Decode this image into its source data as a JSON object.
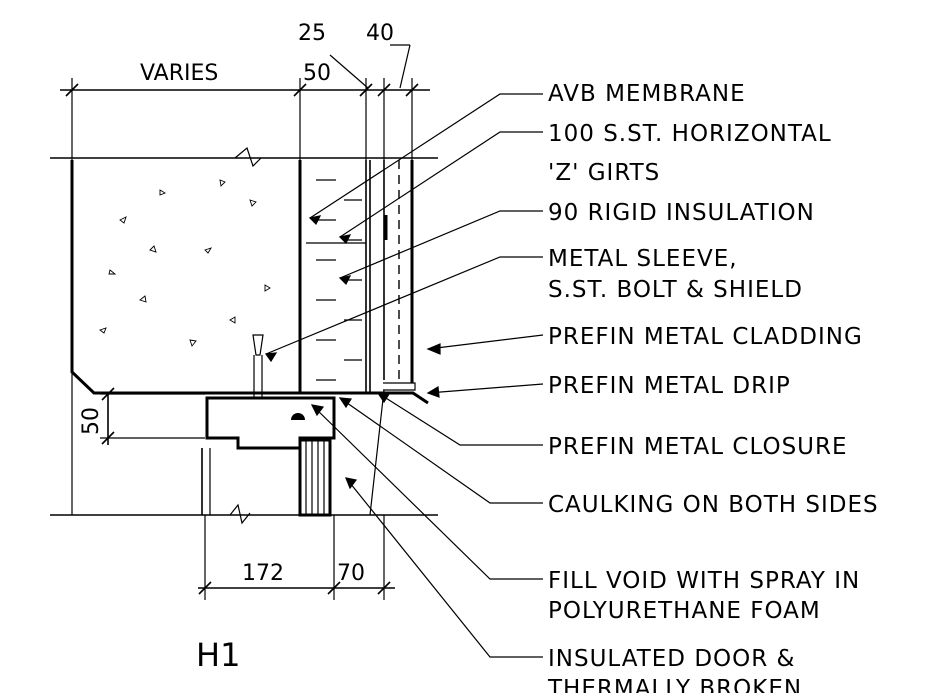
{
  "detail_title": "H1",
  "dimensions": {
    "varies": "VARIES",
    "d25": "25",
    "d40": "40",
    "d50_top": "50",
    "d50_side": "50",
    "d172": "172",
    "d70": "70"
  },
  "callouts": [
    {
      "lines": [
        "AVB MEMBRANE"
      ]
    },
    {
      "lines": [
        "100 S.ST. HORIZONTAL",
        "'Z' GIRTS"
      ]
    },
    {
      "lines": [
        "90 RIGID INSULATION"
      ]
    },
    {
      "lines": [
        "METAL SLEEVE,",
        "S.ST. BOLT & SHIELD"
      ]
    },
    {
      "lines": [
        "PREFIN METAL CLADDING"
      ]
    },
    {
      "lines": [
        "PREFIN METAL DRIP"
      ]
    },
    {
      "lines": [
        "PREFIN METAL CLOSURE"
      ]
    },
    {
      "lines": [
        "CAULKING ON BOTH SIDES"
      ]
    },
    {
      "lines": [
        "FILL VOID WITH SPRAY IN",
        "POLYURETHANE FOAM"
      ]
    },
    {
      "lines": [
        "INSULATED DOOR &",
        "THERMALLY BROKEN"
      ]
    }
  ]
}
